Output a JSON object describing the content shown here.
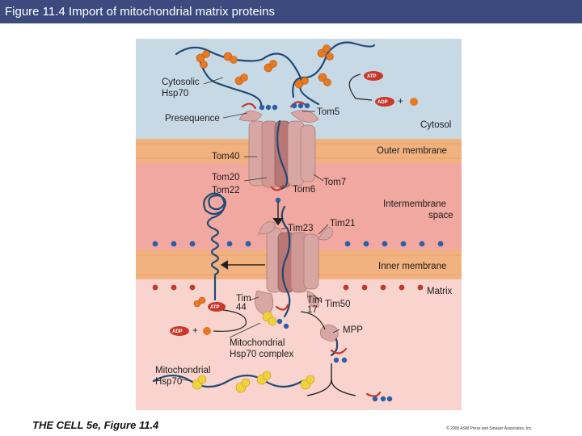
{
  "header": {
    "title": "Figure 11.4 Import of mitochondrial matrix proteins"
  },
  "labels": {
    "cytosolic_hsp70": [
      "Cytosolic",
      "Hsp70"
    ],
    "presequence": "Presequence",
    "tom5": "Tom5",
    "cytosol": "Cytosol",
    "tom40": "Tom40",
    "outer_membrane": "Outer membrane",
    "tom20_22": [
      "Tom20",
      "Tom22"
    ],
    "tom7": "Tom7",
    "tom6": "Tom6",
    "intermembrane_space": [
      "Intermembrane",
      "space"
    ],
    "tim23": "Tim23",
    "tim21": "Tim21",
    "inner_membrane": "Inner membrane",
    "matrix": "Matrix",
    "tim44": [
      "Tim",
      "44"
    ],
    "tim17": [
      "Tim",
      "17"
    ],
    "tim50": "Tim50",
    "mpp": "MPP",
    "mito_hsp70_complex": [
      "Mitochondrial",
      "Hsp70 complex"
    ],
    "mito_hsp70": [
      "Mitochondrial",
      "Hsp70"
    ],
    "atp": "ATP",
    "adp": "ADP",
    "plus": "+"
  },
  "caption": "THE CELL 5e, Figure 11.4",
  "copyright": "© 2009 ASM Press and Sinauer Associates, Inc.",
  "colors": {
    "title_bar": "#3c4a7d",
    "cytosol": "#c8d9e6",
    "outer_membrane": "#f2b27f",
    "intermembrane": "#f1a8a0",
    "inner_membrane": "#f2b27f",
    "matrix": "#f9d4ce",
    "protein": "#d9a7a3",
    "chain": "#1f4a74",
    "hsp70_orange": "#e8791e",
    "hsp70_yellow": "#f2d23b",
    "atp": "#c8382b",
    "plus_badge": "#2f5ea8"
  }
}
